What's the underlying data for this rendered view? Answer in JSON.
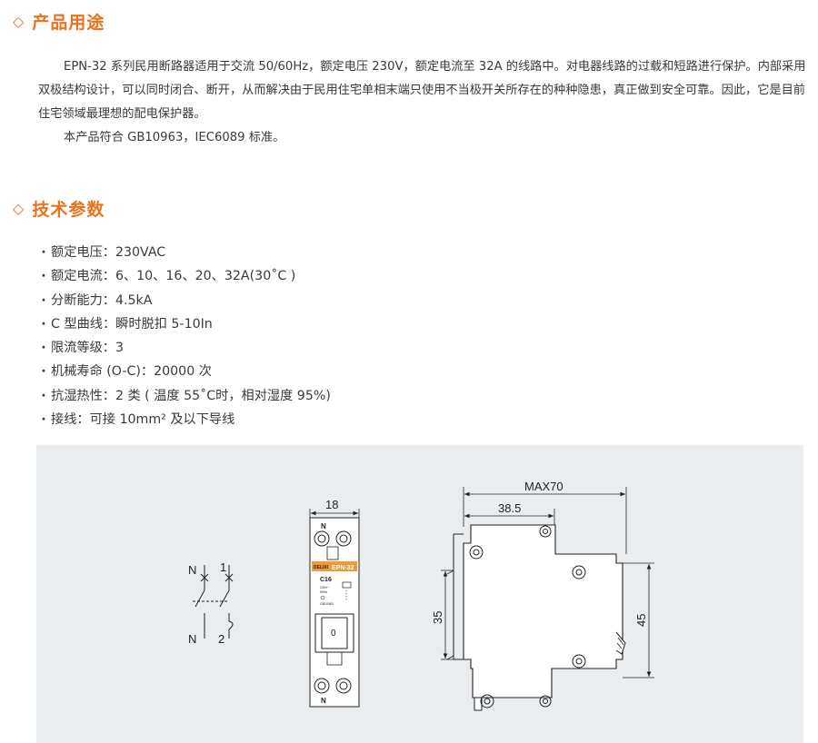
{
  "section1": {
    "icon": "diamond-outline-icon",
    "diamond": "◇",
    "title": "产品用途"
  },
  "intro": {
    "paragraph1": "EPN-32 系列民用断路器适用于交流 50/60Hz，额定电压 230V，额定电流至 32A 的线路中。对电器线路的过载和短路进行保护。内部采用双极结构设计，可以同时闭合、断开，从而解决由于民用住宅单相末端只使用不当极开关所存在的种种隐患，真正做到安全可靠。因此，它是目前住宅领域最理想的配电保护器。",
    "paragraph2": "本产品符合 GB10963，IEC6089 标准。"
  },
  "section2": {
    "icon": "diamond-outline-icon",
    "diamond": "◇",
    "title": "技术参数"
  },
  "specs": [
    "额定电压：230VAC",
    "额定电流：6、10、16、20、32A(30˚C )",
    "分断能力：4.5kA",
    "C 型曲线：瞬时脱扣 5-10In",
    "限流等级：3",
    "机械寿命 (O-C)：20000 次",
    "抗湿热性：2 类 ( 温度 55˚C时，相对湿度 95%)",
    "接线：可接 10mm² 及以下导线"
  ],
  "diagram": {
    "schematic": {
      "top_left": "N",
      "top_right": "1",
      "bottom_left": "N",
      "bottom_right": "2"
    },
    "front": {
      "width_dim": "18",
      "top_label": "N",
      "bottom_label": "N",
      "brand": "DELIXI",
      "model": "EPN-32",
      "rating": "C16",
      "fine1": "230V~",
      "fine2": "50Hz",
      "fine3": "GB10963",
      "handle_mark": "0"
    },
    "side": {
      "dim_max": "MAX70",
      "dim_depth": "38.5",
      "dim_rail": "35",
      "dim_height": "45"
    },
    "accent_color": "#f29a3a",
    "title_color": "#e8731c"
  }
}
